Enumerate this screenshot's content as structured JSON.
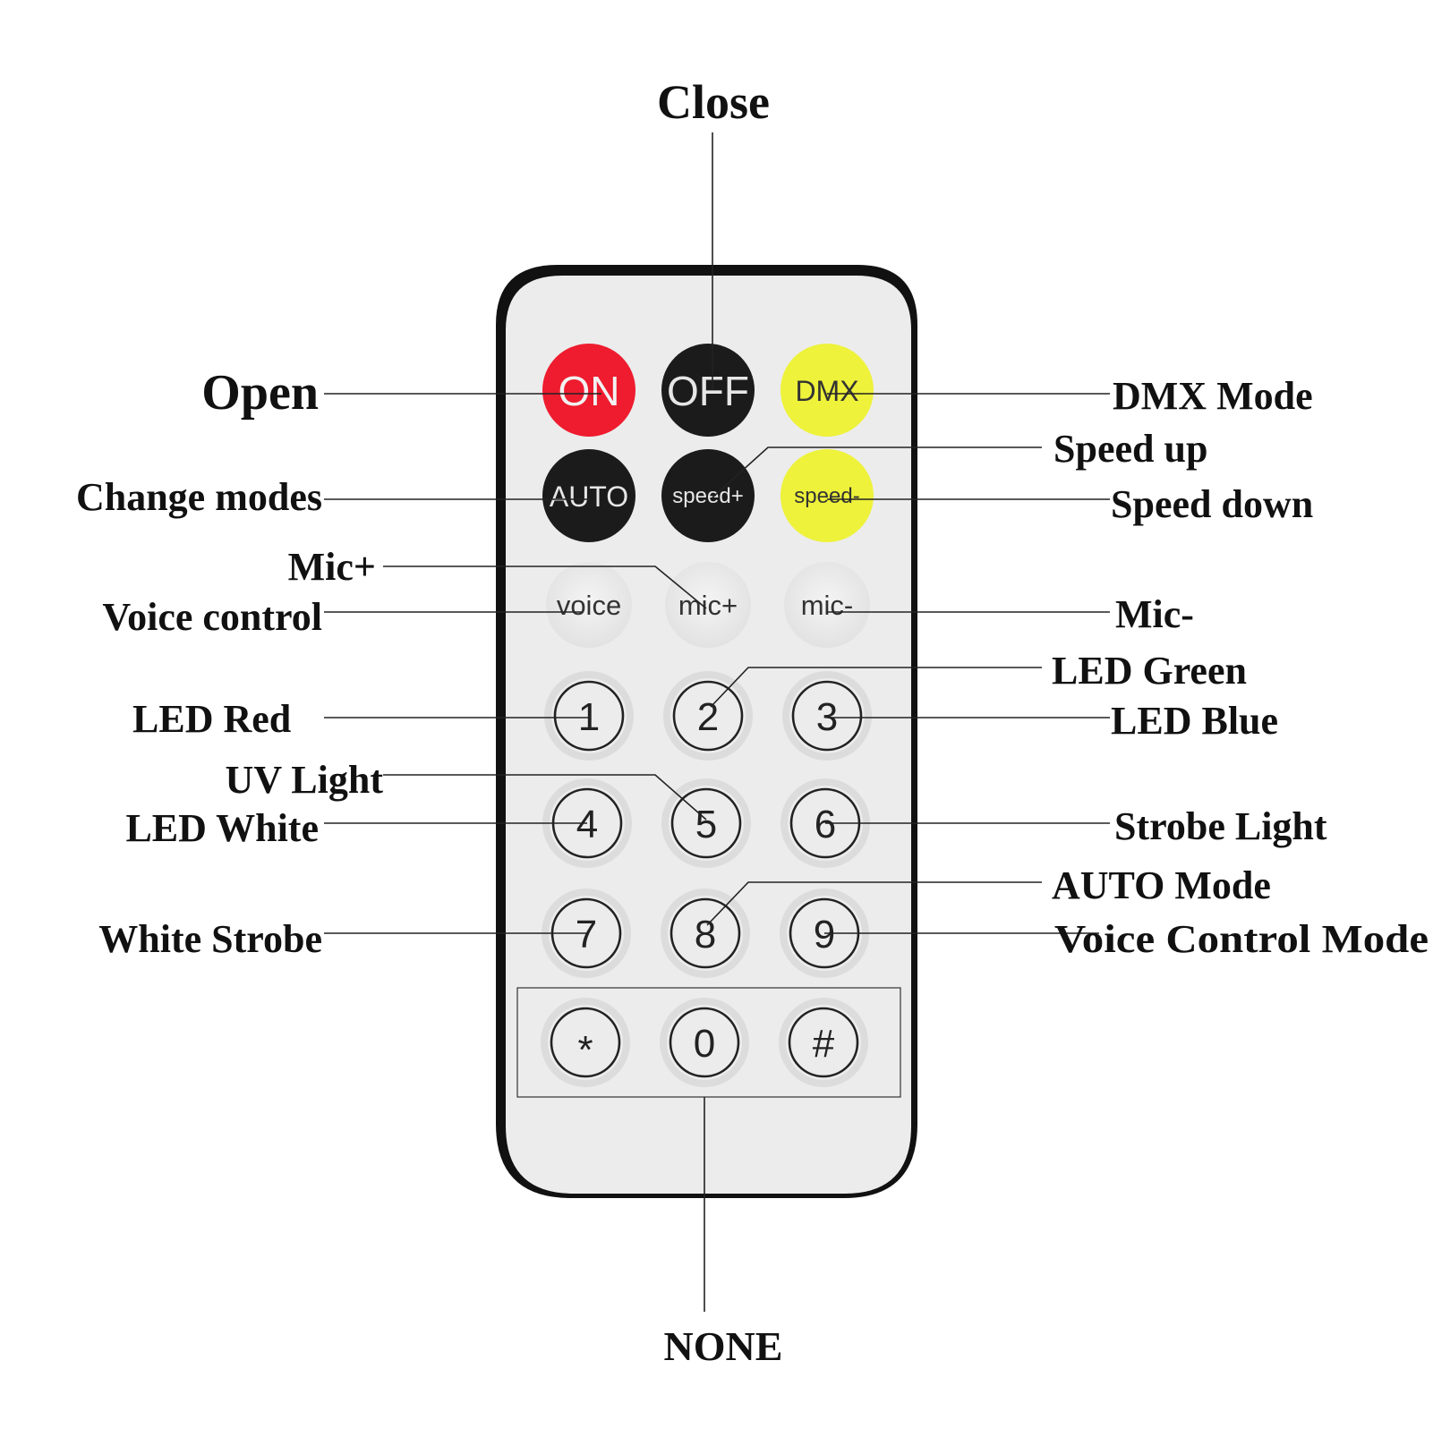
{
  "colors": {
    "remote_body": "#ececec",
    "remote_border": "#222222",
    "on_button": "#ee1c2e",
    "dark_button": "#1b1b1b",
    "yellow_button": "#eef23a",
    "soft_button": "#e4e4e4",
    "button_text_light": "#e8e8e8",
    "button_text_dark": "#333333"
  },
  "buttons": {
    "on": "ON",
    "off": "OFF",
    "dmx": "DMX",
    "auto": "AUTO",
    "speed_up": "speed+",
    "speed_down": "speed-",
    "voice": "voice",
    "mic_up": "mic+",
    "mic_down": "mic-",
    "k1": "1",
    "k2": "2",
    "k3": "3",
    "k4": "4",
    "k5": "5",
    "k6": "6",
    "k7": "7",
    "k8": "8",
    "k9": "9",
    "star": "*",
    "k0": "0",
    "hash": "#"
  },
  "labels": {
    "close": "Close",
    "open": "Open",
    "dmx_mode": "DMX Mode",
    "speed_up": "Speed up",
    "change_modes": "Change modes",
    "speed_down": "Speed down",
    "mic_plus": "Mic+",
    "voice_control": "Voice control",
    "mic_minus": "Mic-",
    "led_green": "LED Green",
    "led_red": "LED Red",
    "led_blue": "LED Blue",
    "uv_light": "UV Light",
    "led_white": "LED White",
    "strobe_light": "Strobe Light",
    "auto_mode": "AUTO Mode",
    "white_strobe": "White Strobe",
    "voice_control_mode": "Voice Control Mode",
    "none": "NONE"
  }
}
